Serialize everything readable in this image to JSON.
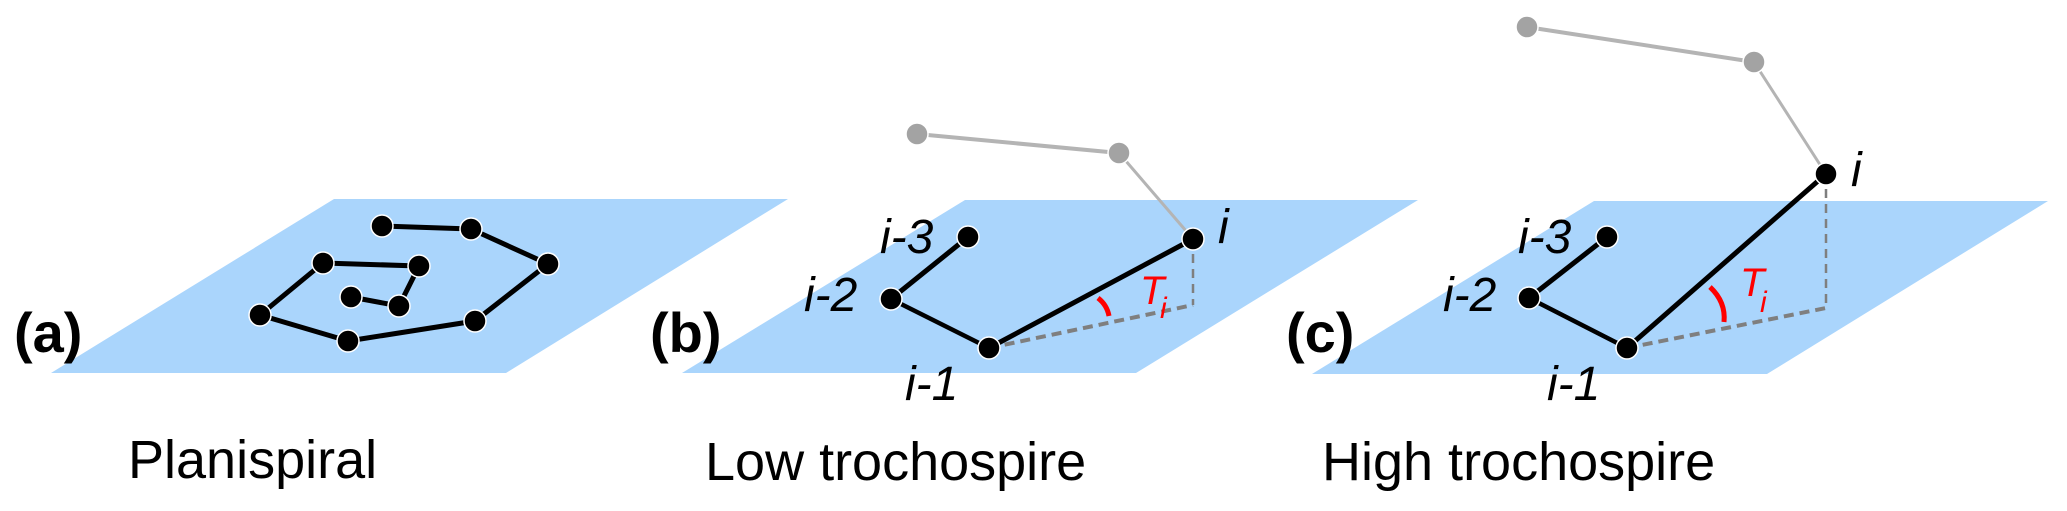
{
  "figure": {
    "panels": [
      {
        "id": "a",
        "letter": "(a)",
        "caption": "Planispiral"
      },
      {
        "id": "b",
        "letter": "(b)",
        "caption": "Low trochospire",
        "labels": {
          "i": "i",
          "i_minus_1": "i-1",
          "i_minus_2": "i-2",
          "i_minus_3": "i-3",
          "angle_symbol": "T",
          "angle_subscript": "i"
        }
      },
      {
        "id": "c",
        "letter": "(c)",
        "caption": "High trochospire",
        "labels": {
          "i": "i",
          "i_minus_1": "i-1",
          "i_minus_2": "i-2",
          "i_minus_3": "i-3",
          "angle_symbol": "T",
          "angle_subscript": "i"
        }
      }
    ],
    "colors": {
      "plane": "#aad5fc",
      "chamber": "#000000",
      "future_chamber": "#a3a3a3",
      "projection": "#7f7f7f",
      "angle": "#ff0000"
    }
  }
}
